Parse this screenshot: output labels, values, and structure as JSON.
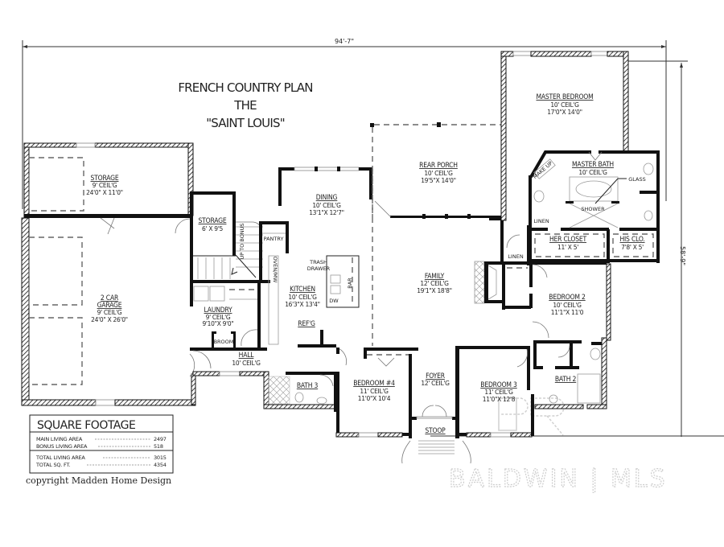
{
  "title": {
    "line1": "FRENCH COUNTRY PLAN",
    "line2": "THE",
    "line3": "\"SAINT LOUIS\""
  },
  "dimensions": {
    "width": "94'-7\"",
    "depth": "58'-9\""
  },
  "rooms": {
    "storage_garage": {
      "name": "STORAGE",
      "ceiling": "9' CEIL'G",
      "size": "24'0\" X 11'0\""
    },
    "garage": {
      "name1": "2 CAR",
      "name2": "GARAGE",
      "ceiling": "9' CEIL'G",
      "size": "24'0\" X 26'0\""
    },
    "storage_small": {
      "name": "STORAGE",
      "size": "6' X 9'5"
    },
    "stairs": {
      "label": "UP TO BONUS"
    },
    "laundry": {
      "name": "LAUNDRY",
      "ceiling": "9' CEIL'G",
      "size": "9'10\"X 9'0\""
    },
    "broom": {
      "name": "BROOM"
    },
    "hall": {
      "name": "HALL",
      "ceiling": "10' CEIL'G"
    },
    "bath3": {
      "name": "BATH 3"
    },
    "dining": {
      "name": "DINING",
      "ceiling": "10' CEIL'G",
      "size": "13'1\"X 12'7\""
    },
    "pantry": {
      "name": "PANTRY"
    },
    "kitchen": {
      "name": "KITCHEN",
      "ceiling": "10' CEIL'G",
      "size": "16'3\"X 13'4\"",
      "trash": "TRASH",
      "drawer": "DRAWER",
      "bar": "BAR",
      "dw": "DW",
      "refg": "REF'G",
      "oven": "OVEN/MW"
    },
    "rear_porch": {
      "name": "REAR PORCH",
      "ceiling": "10' CEIL'G",
      "size": "19'5\"X 14'0\""
    },
    "family": {
      "name": "FAMILY",
      "ceiling": "12' CEIL'G",
      "size": "19'1\"X 18'8\""
    },
    "foyer": {
      "name": "FOYER",
      "ceiling": "12' CEIL'G"
    },
    "stoop": {
      "name": "STOOP"
    },
    "bedroom4": {
      "name": "BEDROOM #4",
      "ceiling": "11' CEIL'G",
      "size": "11'0\"X 10'4"
    },
    "bedroom3": {
      "name": "BEDROOM 3",
      "ceiling": "11' CEIL'G",
      "size": "11'0\"X 12'8"
    },
    "bedroom2": {
      "name": "BEDROOM 2",
      "ceiling": "10' CEIL'G",
      "size": "11'1\"X 11'0"
    },
    "bath2": {
      "name": "BATH 2"
    },
    "master_bedroom": {
      "name": "MASTER BEDROOM",
      "ceiling": "10' CEIL'G",
      "size": "17'0\"X 14'0\""
    },
    "master_bath": {
      "name": "MASTER BATH",
      "ceiling": "10' CEIL'G",
      "shower": "SHOWER",
      "glass": "GLASS",
      "linen": "LINEN",
      "make_up": "MAKE UP"
    },
    "her_closet": {
      "name": "HER CLOSET",
      "size": "11' X 5'"
    },
    "his_closet": {
      "name": "HIS CLO.",
      "size": "7'8' X 5'"
    },
    "linen": {
      "name": "LINEN"
    }
  },
  "square_footage": {
    "heading": "SQUARE FOOTAGE",
    "rows": [
      {
        "label": "MAIN LIVING AREA",
        "value": "2497"
      },
      {
        "label": "BONUS LIVING AREA",
        "value": "518"
      },
      {
        "label": "TOTAL LIVING AREA",
        "value": "3015"
      },
      {
        "label": "TOTAL SQ. FT.",
        "value": "4354"
      }
    ]
  },
  "copyright": "copyright Madden Home Design",
  "watermark": {
    "logo": "BR",
    "text": "BALDWIN | MLS"
  }
}
